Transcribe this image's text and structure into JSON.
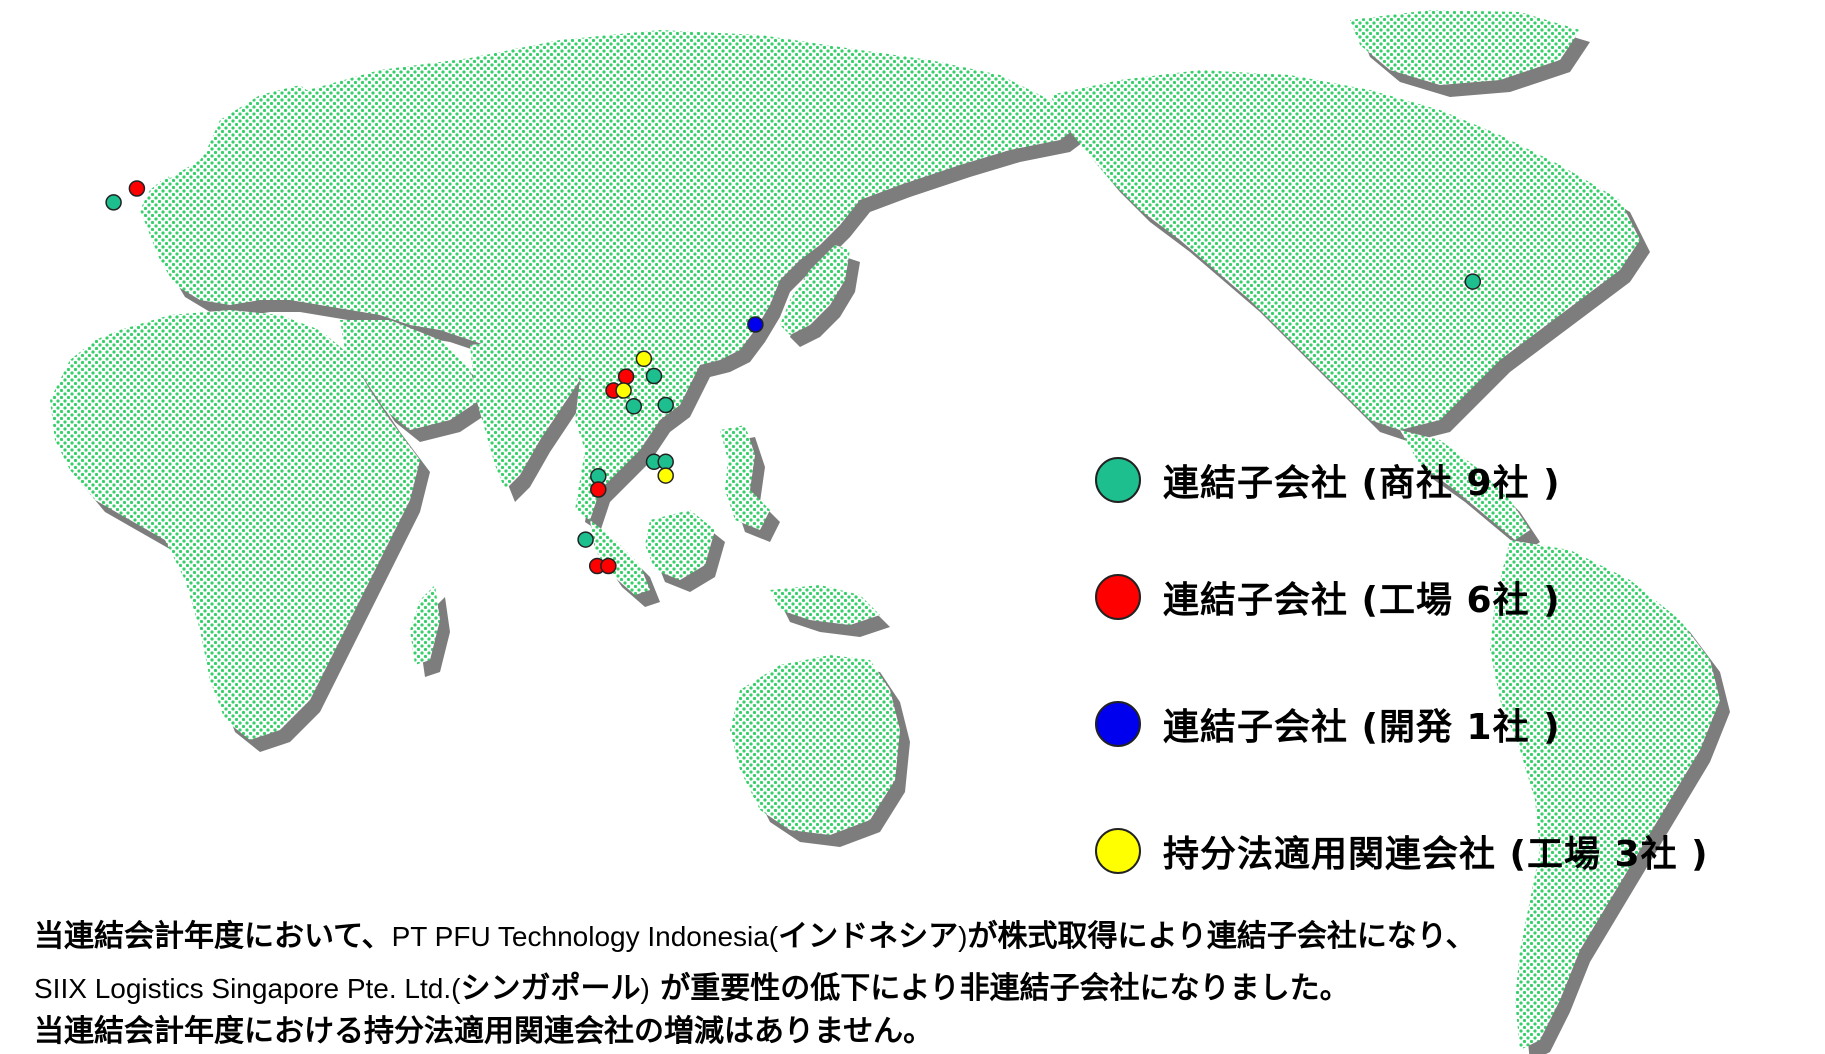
{
  "map": {
    "colors": {
      "land": "#b9f0c4",
      "land_dots": "#36d06a",
      "shadow": "#7d7d7d",
      "trading": "#1dbf8e",
      "factory": "#ff0000",
      "development": "#0000ee",
      "affiliate": "#ffff00"
    },
    "markers": [
      {
        "category": "trading",
        "lon": 12.4,
        "lat": 55.7
      },
      {
        "category": "factory",
        "lon": 17.0,
        "lat": 57.8
      },
      {
        "category": "trading",
        "lon": -79.5,
        "lat": 43.7
      },
      {
        "category": "development",
        "lon": 139.0,
        "lat": 37.2
      },
      {
        "category": "affiliate",
        "lon": 117.0,
        "lat": 32.0
      },
      {
        "category": "factory",
        "lon": 113.5,
        "lat": 29.3
      },
      {
        "category": "factory",
        "lon": 111.0,
        "lat": 27.2
      },
      {
        "category": "affiliate",
        "lon": 113.0,
        "lat": 27.2
      },
      {
        "category": "trading",
        "lon": 119.0,
        "lat": 29.4
      },
      {
        "category": "trading",
        "lon": 115.0,
        "lat": 24.8
      },
      {
        "category": "trading",
        "lon": 121.3,
        "lat": 25.0
      },
      {
        "category": "trading",
        "lon": 119.0,
        "lat": 16.4
      },
      {
        "category": "trading",
        "lon": 121.3,
        "lat": 16.4
      },
      {
        "category": "affiliate",
        "lon": 121.3,
        "lat": 14.3
      },
      {
        "category": "trading",
        "lon": 108.0,
        "lat": 14.2
      },
      {
        "category": "factory",
        "lon": 108.0,
        "lat": 12.2
      },
      {
        "category": "trading",
        "lon": 105.5,
        "lat": 4.6
      },
      {
        "category": "factory",
        "lon": 107.8,
        "lat": 0.6
      },
      {
        "category": "factory",
        "lon": 110.0,
        "lat": 0.6
      }
    ]
  },
  "legend": [
    {
      "key": "trading",
      "label": "連結子会社 (商社 9社 )"
    },
    {
      "key": "factory",
      "label": "連結子会社 (工場 6社 )"
    },
    {
      "key": "development",
      "label": "連結子会社 (開発 1社 )"
    },
    {
      "key": "affiliate",
      "label": "持分法適用関連会社 (工場 3社 )"
    }
  ],
  "notes": {
    "line1_a": "当連結会計年度において、",
    "line1_b": "PT PFU Technology Indonesia(",
    "line1_c": "インドネシア",
    "line1_d": ")",
    "line1_e": "が株式取得により連結子会社になり、",
    "line2_a": "SIIX Logistics Singapore Pte. Ltd.(",
    "line2_b": "シンガポール",
    "line2_c": ")",
    "line2_d": " が重要性の低下により非連結子会社になりました。",
    "line3": "当連結会計年度における持分法適用関連会社の増減はありません。"
  }
}
